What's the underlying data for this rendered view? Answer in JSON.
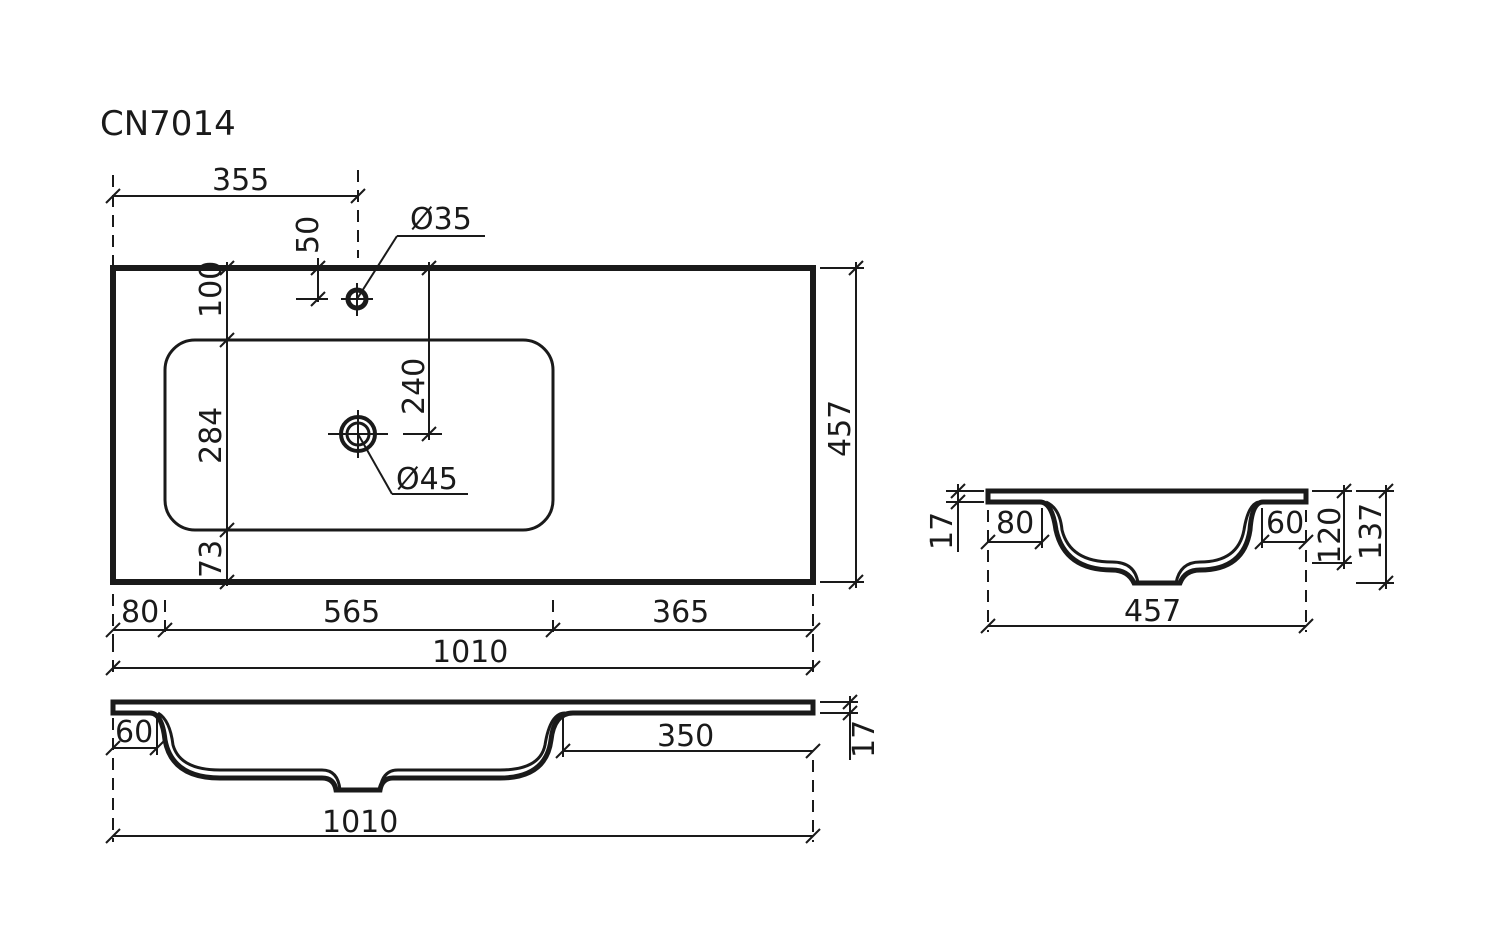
{
  "title": "CN7014",
  "top_view": {
    "hole_offset_x": "355",
    "hole_offset_y": "50",
    "tap_hole_diameter": "Ø35",
    "basin_edge_offset": "100",
    "drain_depth": "240",
    "basin_depth": "284",
    "front_margin": "73",
    "drain_diameter": "Ø45",
    "total_depth": "457",
    "left_margin": "80",
    "basin_width": "565",
    "right_margin": "365",
    "total_width": "1010"
  },
  "front_view": {
    "left_edge": "60",
    "right_shelf": "350",
    "thickness": "17",
    "total_width": "1010"
  },
  "side_view": {
    "thickness": "17",
    "rear_margin": "80",
    "front_margin": "60",
    "bowl_height": "120",
    "total_height": "137",
    "total_depth": "457"
  }
}
